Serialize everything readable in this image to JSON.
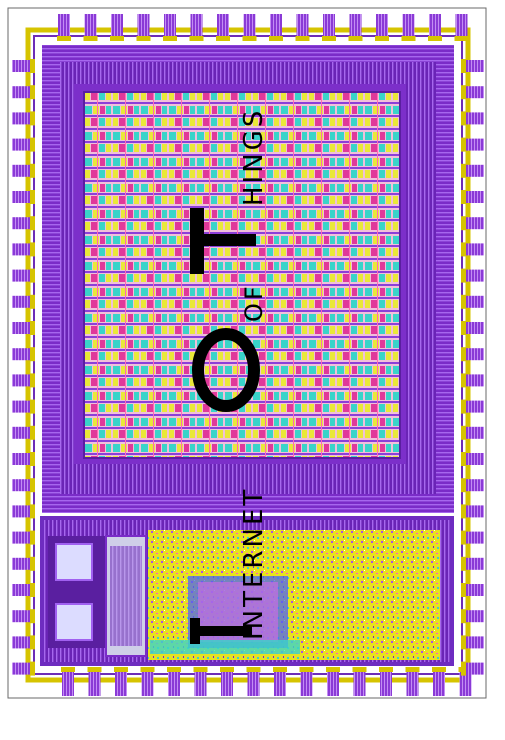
{
  "image": {
    "kind": "chip-layout-artwork",
    "background": "#ffffff",
    "palette": {
      "pad_ring": "#d6c400",
      "seal_ring": "#c9b800",
      "metal_purple": "#7a2cc8",
      "metal_violet": "#9b55e6",
      "metal_dark": "#4b1a85",
      "cell_cyan": "#39d4c9",
      "cell_yellow": "#e9e838",
      "cell_magenta": "#e0399a",
      "cell_pink": "#f2a6c8",
      "sram_fill": "#dcdcff",
      "routing_blue": "#2b3cff"
    }
  },
  "artwork_text": {
    "word_internet": "INTERNET",
    "word_of": "OF",
    "word_things": "HINGS",
    "letter_o": "O",
    "letter_t": "T",
    "letter_i": "I"
  }
}
